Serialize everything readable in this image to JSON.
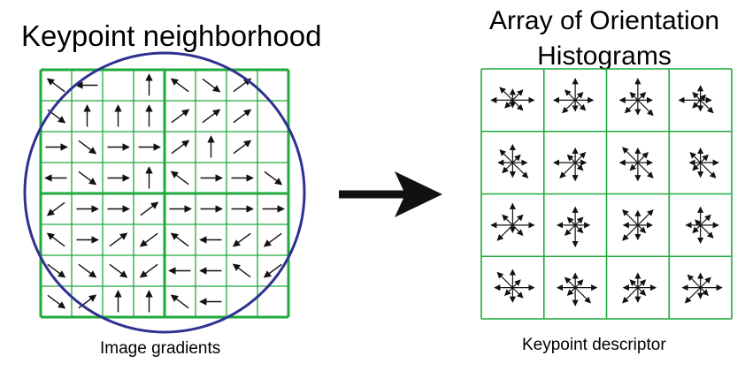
{
  "left_panel": {
    "title": "Keypoint neighborhood",
    "caption": "Image gradients",
    "grid_color": "#1faa3c",
    "circle_color": "#2e3190",
    "gradient_arrows": [
      {
        "row": 0,
        "col": 0,
        "dir": "up-left"
      },
      {
        "row": 0,
        "col": 1,
        "dir": "left"
      },
      {
        "row": 0,
        "col": 3,
        "dir": "up"
      },
      {
        "row": 0,
        "col": 4,
        "dir": "up-left"
      },
      {
        "row": 0,
        "col": 5,
        "dir": "down-right"
      },
      {
        "row": 0,
        "col": 6,
        "dir": "up-right"
      },
      {
        "row": 1,
        "col": 0,
        "dir": "down-right"
      },
      {
        "row": 1,
        "col": 1,
        "dir": "up"
      },
      {
        "row": 1,
        "col": 2,
        "dir": "up"
      },
      {
        "row": 1,
        "col": 3,
        "dir": "up"
      },
      {
        "row": 1,
        "col": 4,
        "dir": "up-right"
      },
      {
        "row": 1,
        "col": 5,
        "dir": "up-right"
      },
      {
        "row": 1,
        "col": 6,
        "dir": "up-right"
      },
      {
        "row": 2,
        "col": 0,
        "dir": "right"
      },
      {
        "row": 2,
        "col": 1,
        "dir": "down-right"
      },
      {
        "row": 2,
        "col": 2,
        "dir": "right"
      },
      {
        "row": 2,
        "col": 3,
        "dir": "right"
      },
      {
        "row": 2,
        "col": 4,
        "dir": "up-right"
      },
      {
        "row": 2,
        "col": 5,
        "dir": "up"
      },
      {
        "row": 2,
        "col": 6,
        "dir": "up-right"
      },
      {
        "row": 3,
        "col": 0,
        "dir": "left"
      },
      {
        "row": 3,
        "col": 1,
        "dir": "down-right"
      },
      {
        "row": 3,
        "col": 2,
        "dir": "right"
      },
      {
        "row": 3,
        "col": 3,
        "dir": "up"
      },
      {
        "row": 3,
        "col": 4,
        "dir": "up-left"
      },
      {
        "row": 3,
        "col": 5,
        "dir": "right"
      },
      {
        "row": 3,
        "col": 6,
        "dir": "right"
      },
      {
        "row": 3,
        "col": 7,
        "dir": "down-right"
      },
      {
        "row": 4,
        "col": 0,
        "dir": "down-left"
      },
      {
        "row": 4,
        "col": 1,
        "dir": "right"
      },
      {
        "row": 4,
        "col": 2,
        "dir": "right"
      },
      {
        "row": 4,
        "col": 3,
        "dir": "up-right"
      },
      {
        "row": 4,
        "col": 4,
        "dir": "right"
      },
      {
        "row": 4,
        "col": 5,
        "dir": "right"
      },
      {
        "row": 4,
        "col": 6,
        "dir": "right"
      },
      {
        "row": 4,
        "col": 7,
        "dir": "right"
      },
      {
        "row": 5,
        "col": 0,
        "dir": "up-left"
      },
      {
        "row": 5,
        "col": 1,
        "dir": "right"
      },
      {
        "row": 5,
        "col": 2,
        "dir": "up-right"
      },
      {
        "row": 5,
        "col": 3,
        "dir": "down-left"
      },
      {
        "row": 5,
        "col": 4,
        "dir": "up-left"
      },
      {
        "row": 5,
        "col": 5,
        "dir": "left"
      },
      {
        "row": 5,
        "col": 6,
        "dir": "down-left"
      },
      {
        "row": 5,
        "col": 7,
        "dir": "down-left"
      },
      {
        "row": 6,
        "col": 0,
        "dir": "down-right"
      },
      {
        "row": 6,
        "col": 1,
        "dir": "down-right"
      },
      {
        "row": 6,
        "col": 2,
        "dir": "down-right"
      },
      {
        "row": 6,
        "col": 3,
        "dir": "down-left"
      },
      {
        "row": 6,
        "col": 4,
        "dir": "left"
      },
      {
        "row": 6,
        "col": 5,
        "dir": "left"
      },
      {
        "row": 6,
        "col": 6,
        "dir": "up-left"
      },
      {
        "row": 6,
        "col": 7,
        "dir": "down-left"
      },
      {
        "row": 7,
        "col": 0,
        "dir": "down-right"
      },
      {
        "row": 7,
        "col": 1,
        "dir": "up-right"
      },
      {
        "row": 7,
        "col": 2,
        "dir": "up"
      },
      {
        "row": 7,
        "col": 3,
        "dir": "up"
      },
      {
        "row": 7,
        "col": 4,
        "dir": "up-left"
      },
      {
        "row": 7,
        "col": 5,
        "dir": "left"
      }
    ]
  },
  "arrow_color": "#111111",
  "right_panel": {
    "title_line1": "Array of Orientation",
    "title_line2": "Histograms",
    "caption": "Keypoint descriptor",
    "grid_color": "#1faa3c",
    "histograms": [
      [
        [
          6,
          4,
          3,
          5,
          6,
          3,
          2,
          4
        ],
        [
          5,
          3,
          6,
          4,
          6,
          5,
          3,
          4
        ],
        [
          4,
          3,
          6,
          3,
          5,
          5,
          4,
          6
        ],
        [
          3,
          2,
          4,
          3,
          6,
          3,
          3,
          5
        ]
      ],
      [
        [
          4,
          3,
          5,
          5,
          4,
          4,
          4,
          6
        ],
        [
          3,
          4,
          4,
          3,
          6,
          6,
          5,
          3
        ],
        [
          4,
          4,
          4,
          6,
          5,
          3,
          5,
          6
        ],
        [
          5,
          3,
          4,
          4,
          3,
          3,
          4,
          6
        ]
      ],
      [
        [
          6,
          4,
          6,
          4,
          6,
          6,
          2,
          4
        ],
        [
          4,
          3,
          5,
          3,
          5,
          4,
          6,
          3
        ],
        [
          4,
          6,
          4,
          6,
          4,
          6,
          4,
          3
        ],
        [
          5,
          4,
          5,
          2,
          4,
          3,
          5,
          5
        ]
      ],
      [
        [
          6,
          3,
          5,
          6,
          5,
          3,
          4,
          4
        ],
        [
          6,
          3,
          4,
          4,
          5,
          3,
          5,
          6
        ],
        [
          5,
          3,
          4,
          3,
          4,
          6,
          4,
          3
        ],
        [
          6,
          4,
          4,
          5,
          5,
          6,
          3,
          3
        ]
      ]
    ]
  }
}
